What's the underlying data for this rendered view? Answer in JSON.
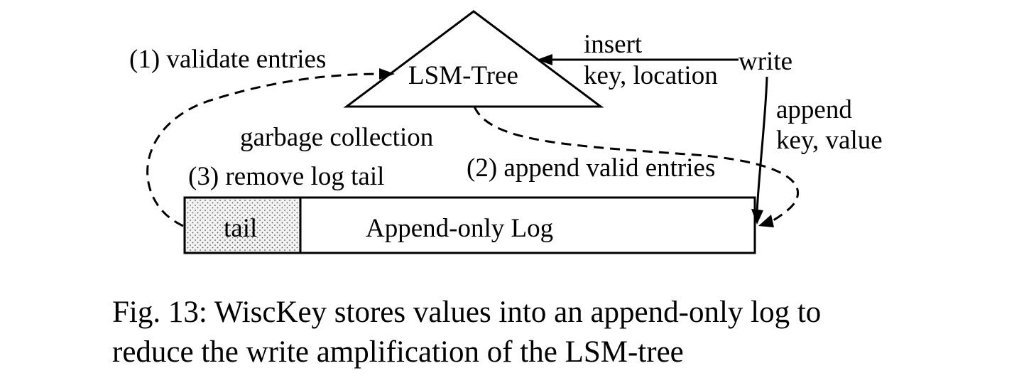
{
  "diagram": {
    "lsm_tree_label": "LSM-Tree",
    "write_label": "write",
    "insert_line1": "insert",
    "insert_line2": "key, location",
    "append_line1": "append",
    "append_line2": "key, value",
    "step1_label": "(1) validate entries",
    "gc_label": "garbage collection",
    "step3_label": "(3) remove log tail",
    "step2_label": "(2) append valid entries",
    "tail_label": "tail",
    "log_label": "Append-only Log"
  },
  "caption": {
    "line1": "Fig. 13: WiscKey stores values into an append-only log to",
    "line2": "reduce the write amplification of the LSM-tree"
  }
}
